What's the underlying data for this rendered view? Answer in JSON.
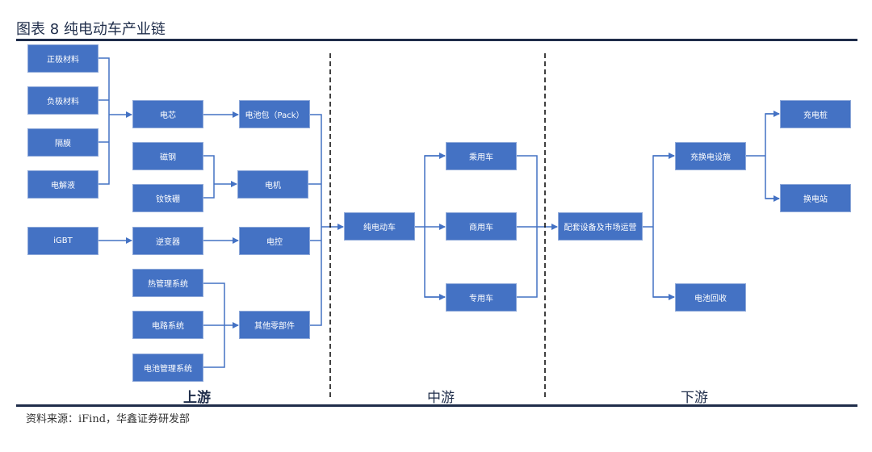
{
  "header": {
    "title": "图表 8 纯电动车产业链"
  },
  "footer": {
    "source": "资料来源：iFind，华鑫证券研发部"
  },
  "stages": {
    "upstream": "上游",
    "midstream": "中游",
    "downstream": "下游"
  },
  "colors": {
    "box_fill": "#4472c4",
    "connector": "#4472c4",
    "rule": "#1f2d4a",
    "divider": "#000000"
  },
  "nodes": {
    "cathode": "正极材料",
    "anode": "负极材料",
    "separator": "隔膜",
    "electrolyte": "电解液",
    "cell": "电芯",
    "battery_pack": "电池包（Pack）",
    "magnet_steel": "磁钢",
    "ndfeb": "钕铁硼",
    "motor": "电机",
    "igbt": "iGBT",
    "inverter": "逆变器",
    "electric_control": "电控",
    "thermal_mgmt": "热管理系统",
    "circuit_system": "电路系统",
    "bms": "电池管理系统",
    "other_parts": "其他零部件",
    "bev": "纯电动车",
    "passenger_car": "乘用车",
    "commercial_car": "商用车",
    "special_car": "专用车",
    "supporting_ops": "配套设备及市场运营",
    "charging_swap": "充换电设施",
    "battery_recycling": "电池回收",
    "charging_pile": "充电桩",
    "swap_station": "换电站"
  },
  "edges": [
    [
      "cathode",
      "cell"
    ],
    [
      "anode",
      "cell"
    ],
    [
      "separator",
      "cell"
    ],
    [
      "electrolyte",
      "cell"
    ],
    [
      "cell",
      "battery_pack"
    ],
    [
      "magnet_steel",
      "motor"
    ],
    [
      "ndfeb",
      "motor"
    ],
    [
      "igbt",
      "inverter"
    ],
    [
      "inverter",
      "electric_control"
    ],
    [
      "thermal_mgmt",
      "other_parts"
    ],
    [
      "circuit_system",
      "other_parts"
    ],
    [
      "bms",
      "other_parts"
    ],
    [
      "battery_pack",
      "bev"
    ],
    [
      "motor",
      "bev"
    ],
    [
      "electric_control",
      "bev"
    ],
    [
      "other_parts",
      "bev"
    ],
    [
      "bev",
      "passenger_car"
    ],
    [
      "bev",
      "commercial_car"
    ],
    [
      "bev",
      "special_car"
    ],
    [
      "passenger_car",
      "supporting_ops"
    ],
    [
      "commercial_car",
      "supporting_ops"
    ],
    [
      "special_car",
      "supporting_ops"
    ],
    [
      "supporting_ops",
      "charging_swap"
    ],
    [
      "supporting_ops",
      "battery_recycling"
    ],
    [
      "charging_swap",
      "charging_pile"
    ],
    [
      "charging_swap",
      "swap_station"
    ]
  ]
}
